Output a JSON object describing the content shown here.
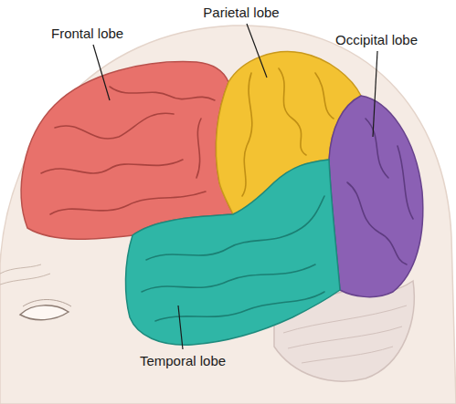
{
  "diagram": {
    "labels": [
      "Frontal lobe",
      "Parietal lobe",
      "Occipital lobe",
      "Temporal lobe"
    ]
  }
}
